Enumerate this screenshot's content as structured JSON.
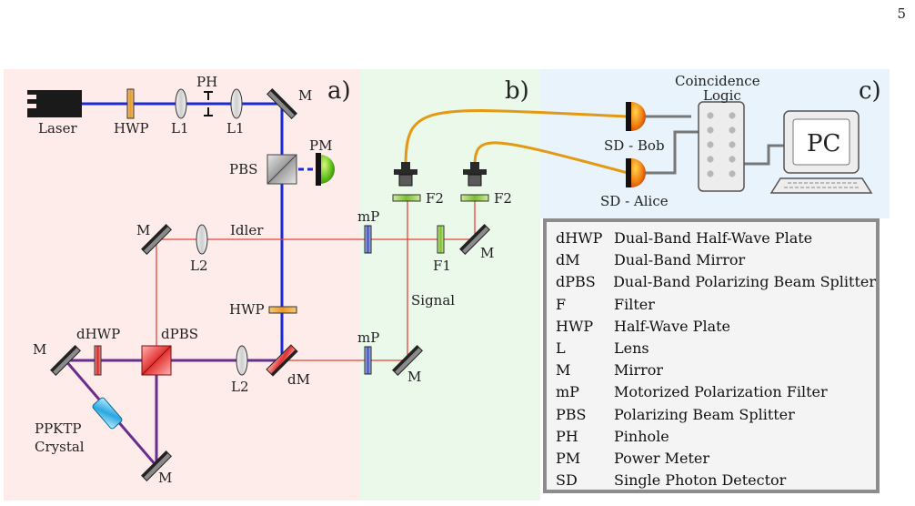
{
  "page_number": "5",
  "panels": {
    "a": "a)",
    "b": "b)",
    "c": "c)"
  },
  "colors": {
    "panel_a_bg": "#fdecea",
    "panel_b_bg": "#eaf9ea",
    "panel_c_bg": "#e8f3fb",
    "pump_beam": "#1c2bd1",
    "idler_signal_beam": "#e8423a",
    "dual_beam": "#6b2d8c",
    "fiber": "#e39a12",
    "idler_label": "#e0201a",
    "signal_label": "#e0201a",
    "panel_a_label": "#a11818",
    "panel_b_label": "#1a8c1a",
    "panel_c_label": "#14708f"
  },
  "labels": {
    "laser": "Laser",
    "hwp_top": "HWP",
    "l1_left": "L1",
    "ph": "PH",
    "l1_right": "L1",
    "m_top": "M",
    "pbs": "PBS",
    "pm": "PM",
    "m_idler_left": "M",
    "l2_top": "L2",
    "idler": "Idler",
    "mp_top": "mP",
    "f1": "F1",
    "m_idler_right": "M",
    "f2_left": "F2",
    "f2_right": "F2",
    "signal": "Signal",
    "hwp_mid": "HWP",
    "dhwp": "dHWP",
    "dpbs": "dPBS",
    "m_left": "M",
    "l2_bottom": "L2",
    "dm": "dM",
    "mp_bottom": "mP",
    "m_signal": "M",
    "ppktp_line1": "PPKTP",
    "ppktp_line2": "Crystal",
    "m_bottom": "M",
    "coincidence_line1": "Coincidence",
    "coincidence_line2": "Logic",
    "sd_bob": "SD - Bob",
    "sd_alice": "SD - Alice",
    "pc": "PC"
  },
  "legend": [
    {
      "abbr": "dHWP",
      "desc": "Dual-Band Half-Wave Plate"
    },
    {
      "abbr": "dM",
      "desc": "Dual-Band Mirror"
    },
    {
      "abbr": "dPBS",
      "desc": "Dual-Band Polarizing Beam Splitter"
    },
    {
      "abbr": "F",
      "desc": "Filter"
    },
    {
      "abbr": "HWP",
      "desc": "Half-Wave Plate"
    },
    {
      "abbr": "L",
      "desc": "Lens"
    },
    {
      "abbr": "M",
      "desc": "Mirror"
    },
    {
      "abbr": "mP",
      "desc": "Motorized Polarization Filter"
    },
    {
      "abbr": "PBS",
      "desc": "Polarizing Beam Splitter"
    },
    {
      "abbr": "PH",
      "desc": "Pinhole"
    },
    {
      "abbr": "PM",
      "desc": "Power Meter"
    },
    {
      "abbr": "SD",
      "desc": "Single Photon Detector"
    }
  ]
}
